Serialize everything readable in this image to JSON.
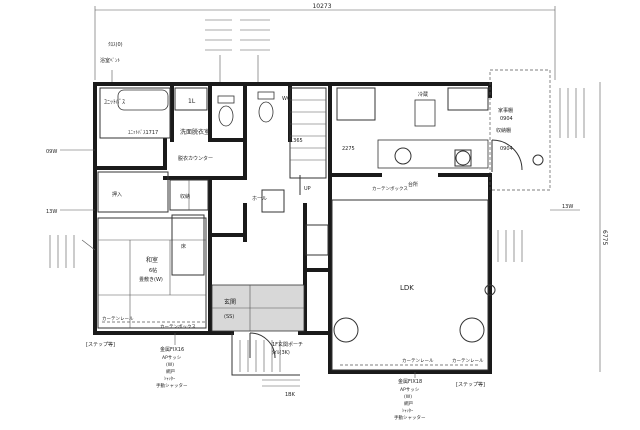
{
  "dimensions": {
    "overall_width": "10273",
    "overall_depth": "6775",
    "stair_dim": "1365",
    "kitchen_dim": "2275"
  },
  "grid_marks": {
    "nine_w": "09W",
    "thirteen_w_left": "13W",
    "thirteen_w_right": "13W"
  },
  "rooms": {
    "bath": "ﾕﾆｯﾄﾊﾞｽ",
    "unit_bath": "1L",
    "bath_1717": "ﾕﾆｯﾄﾊﾞｽ1717",
    "washroom": "洗面脱衣室",
    "undress_counter": "脱衣カウンター",
    "toilet": "WC",
    "entrance_hall": "ホール",
    "closet_1": "収納",
    "washitsu": "和室",
    "washitsu_tatami": "6帖",
    "washitsu_floor": "畳敷き(W)",
    "oshiire": "押入",
    "tokonoma": "床",
    "genkan": "玄関",
    "genkan_floor": "(SS)",
    "kitchen": "台所",
    "pantry": "冷蔵",
    "ldk": "LDK",
    "storage_right": "家事棚",
    "storage_right_code": "0904",
    "storage_right_sub": "収納棚",
    "cupboard": "0904",
    "up_mark": "UP",
    "porch_note": "1F玄関ポーチ",
    "porch_sub": "ﾀｲﾙ(3K)",
    "porch_code": "1BK"
  },
  "window_tags": {
    "w1_code": "ｸﾛｽ(0)",
    "w1_name": "浴室ﾍﾞﾝﾄ"
  },
  "curtain_labels": {
    "washitsu": "カーテンレール",
    "ldk_left": "カーテンレール",
    "ldk_right": "カーテンレール",
    "south_1": "カーテンボックス",
    "south_2": "カーテンボックス"
  },
  "bottom_notes": {
    "left_title": "金属FIX16",
    "left_lines": [
      "APサッシ",
      "(W)",
      "網戸",
      "ｼｬｯﾀｰ",
      "手動シャッター"
    ],
    "right_title": "金属FIX18",
    "right_lines": [
      "APサッシ",
      "(W)",
      "網戸",
      "ｼｬｯﾀｰ",
      "手動シャッター"
    ]
  },
  "corner_tags": {
    "step_left": "[ステップ等]",
    "step_right": "[ステップ等]"
  }
}
